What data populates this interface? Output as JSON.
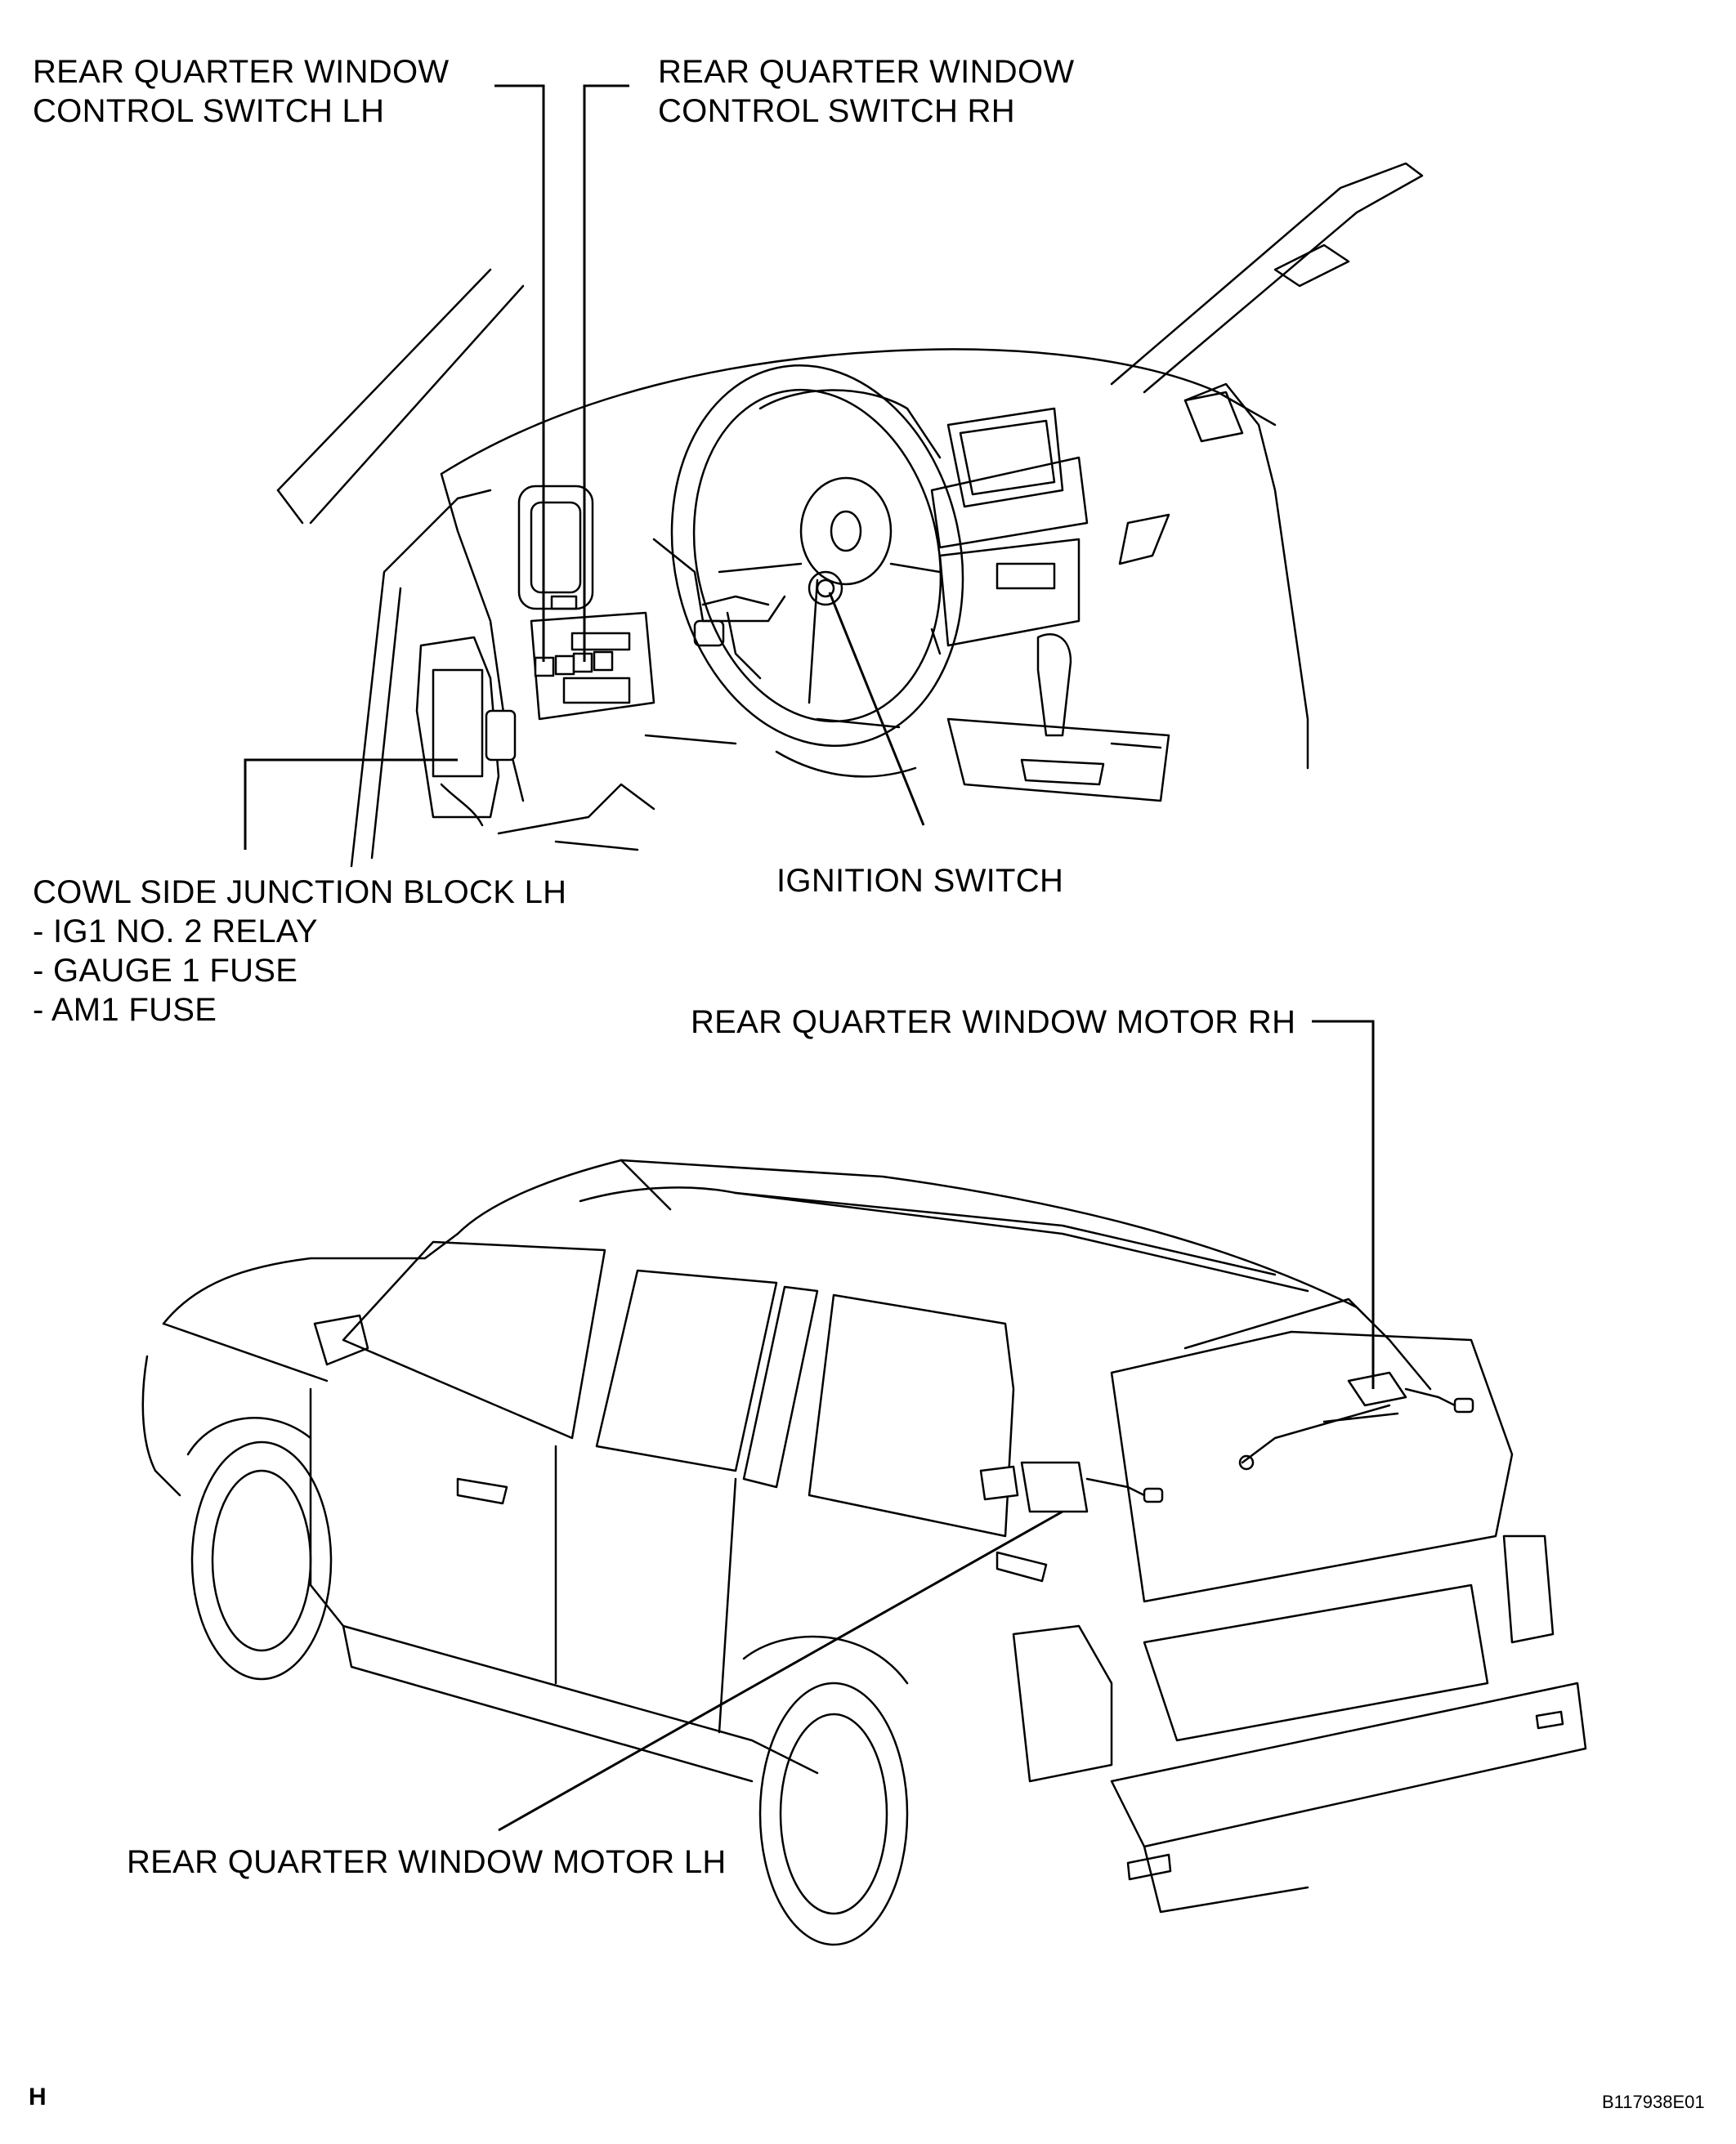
{
  "labels": {
    "switch_lh": [
      "REAR QUARTER WINDOW",
      "CONTROL SWITCH LH"
    ],
    "switch_rh": [
      "REAR QUARTER WINDOW",
      "CONTROL SWITCH RH"
    ],
    "junction_block": [
      "COWL SIDE JUNCTION BLOCK LH",
      "- IG1 NO. 2 RELAY",
      "- GAUGE 1 FUSE",
      "- AM1 FUSE"
    ],
    "ignition_switch": "IGNITION SWITCH",
    "motor_rh": "REAR QUARTER WINDOW MOTOR RH",
    "motor_lh": "REAR QUARTER WINDOW MOTOR LH"
  },
  "footer": {
    "corner_mark": "H",
    "figure_code": "B117938E01"
  }
}
